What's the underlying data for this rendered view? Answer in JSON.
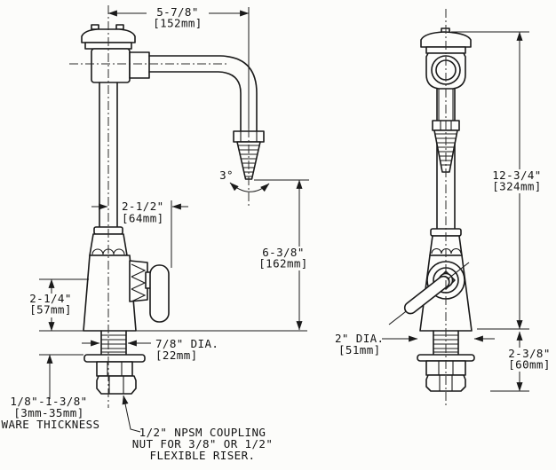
{
  "dims": {
    "spout_reach": {
      "imperial": "5-7/8\"",
      "metric": "[152mm]"
    },
    "handle_clearance": {
      "imperial": "2-1/2\"",
      "metric": "[64mm]"
    },
    "outlet_height": {
      "imperial": "6-3/8\"",
      "metric": "[162mm]"
    },
    "body_height": {
      "imperial": "2-1/4\"",
      "metric": "[57mm]"
    },
    "shank_diameter": {
      "imperial": "7/8\" DIA.",
      "metric": "[22mm]"
    },
    "overall_height": {
      "imperial": "12-3/4\"",
      "metric": "[324mm]"
    },
    "base_diameter": {
      "imperial": "2\" DIA.",
      "metric": "[51mm]"
    },
    "below_deck": {
      "imperial": "2-3/8\"",
      "metric": "[60mm]"
    },
    "swing_angle": "3°"
  },
  "notes": {
    "ware_thickness_line1": "1/8\"-1-3/8\"",
    "ware_thickness_line2": "[3mm-35mm]",
    "ware_thickness_line3": "WARE THICKNESS",
    "coupling_line1": "1/2\" NPSM COUPLING",
    "coupling_line2": "NUT FOR 3/8\" OR 1/2\"",
    "coupling_line3": "FLEXIBLE RISER."
  },
  "colors": {
    "line": "#1a1a1a",
    "paper": "#fcfcfa"
  }
}
